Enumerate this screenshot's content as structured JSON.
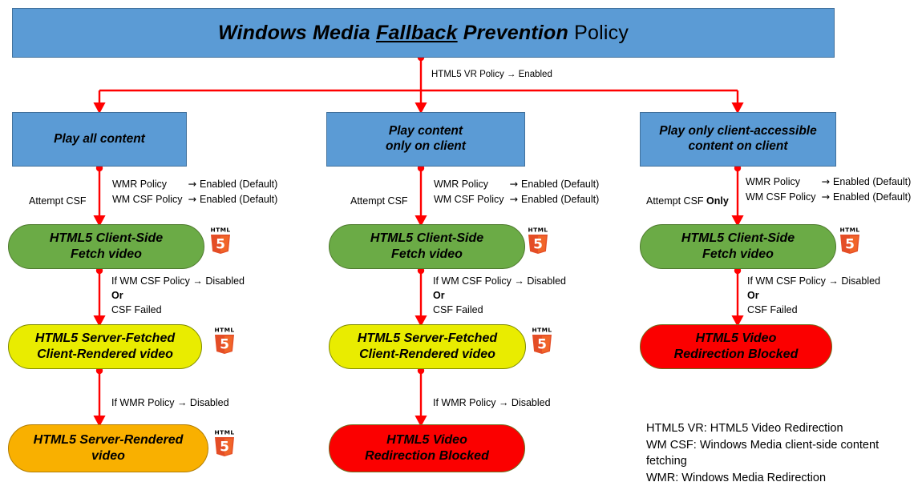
{
  "diagram": {
    "title": {
      "part_italic_1": "Windows Media ",
      "part_underline": "Fallback",
      "part_italic_2": " Prevention ",
      "part_plain": "Policy"
    },
    "root_edge_label": "HTML5 VR Policy → Enabled",
    "colors": {
      "blue": "#5B9BD5",
      "blue_border": "#41719C",
      "green": "#6BAB46",
      "green_border": "#4E7A2E",
      "yellow": "#E9EC00",
      "yellow_border": "#7E8A00",
      "orange": "#F9B000",
      "orange_border": "#B07C00",
      "red": "#FB0000",
      "red_border": "#6E6E1E",
      "arrow": "#FF0000",
      "text": "#000000",
      "html5_shield": "#E44D26",
      "html5_shield_light": "#F16529",
      "html5_glyph": "#FFFFFF"
    },
    "columns": [
      {
        "id": "col-play-all-content",
        "option": "Play all content",
        "edge_left_label": "Attempt CSF",
        "edge_right_label_rows": [
          {
            "name": "WMR Policy",
            "arrow": "→",
            "value": "Enabled (Default)"
          },
          {
            "name": "WM CSF Policy",
            "arrow": "→",
            "value": "Enabled (Default)"
          }
        ],
        "green_node": "HTML5 Client-Side\nFetch video",
        "green_node_line1": "HTML5 Client-Side",
        "green_node_line2": "Fetch video",
        "green_has_html5_icon": true,
        "edge2_lines": [
          "If WM CSF Policy → Disabled",
          "Or",
          "CSF Failed"
        ],
        "edge2_bold_index": 1,
        "second_node_line1": "HTML5 Server-Fetched",
        "second_node_line2": "Client-Rendered video",
        "second_node_color": "yellow",
        "second_has_html5_icon": true,
        "edge3_label": "If WMR Policy → Disabled",
        "third_node_line1": "HTML5 Server-Rendered",
        "third_node_line2": "video",
        "third_node_color": "orange",
        "third_has_html5_icon": true
      },
      {
        "id": "col-play-content-only-on-client",
        "option_line1": "Play content",
        "option_line2": "only on client",
        "edge_left_label": "Attempt CSF",
        "edge_right_label_rows": [
          {
            "name": "WMR Policy",
            "arrow": "→",
            "value": "Enabled (Default)"
          },
          {
            "name": "WM CSF Policy",
            "arrow": "→",
            "value": "Enabled (Default)"
          }
        ],
        "green_node_line1": "HTML5 Client-Side",
        "green_node_line2": "Fetch video",
        "green_has_html5_icon": true,
        "edge2_lines": [
          "If WM CSF Policy → Disabled",
          "Or",
          "CSF Failed"
        ],
        "second_node_line1": "HTML5 Server-Fetched",
        "second_node_line2": "Client-Rendered video",
        "second_node_color": "yellow",
        "second_has_html5_icon": true,
        "edge3_label": "If WMR Policy → Disabled",
        "third_node_line1": "HTML5 Video",
        "third_node_line2": "Redirection Blocked",
        "third_node_color": "red",
        "third_has_html5_icon": false
      },
      {
        "id": "col-play-only-client-accessible",
        "option_line1": "Play only client-accessible",
        "option_line2": "content on client",
        "edge_left_label_plain": "Attempt CSF ",
        "edge_left_label_bold": "Only",
        "edge_right_label_rows": [
          {
            "name": "WMR Policy",
            "arrow": "→",
            "value": "Enabled (Default)"
          },
          {
            "name": "WM CSF Policy",
            "arrow": "→",
            "value": "Enabled (Default)"
          }
        ],
        "green_node_line1": "HTML5 Client-Side",
        "green_node_line2": "Fetch video",
        "green_has_html5_icon": true,
        "edge2_lines": [
          "If WM CSF Policy → Disabled",
          "Or",
          "CSF Failed"
        ],
        "second_node_line1": "HTML5 Video",
        "second_node_line2": "Redirection Blocked",
        "second_node_color": "red",
        "second_has_html5_icon": false
      }
    ],
    "labels": {
      "attempt_csf": "Attempt CSF",
      "or": "Or",
      "csf_failed": "CSF Failed",
      "if_wm_csf_disabled": "If WM CSF Policy → Disabled",
      "if_wmr_disabled": "If WMR Policy → Disabled"
    },
    "legend": {
      "line1": "HTML5 VR: HTML5 Video Redirection",
      "line2": "WM CSF: Windows Media client-side content",
      "line3": "fetching",
      "line4": "WMR: Windows Media Redirection"
    },
    "html5_icon": {
      "wordmark": "HTML",
      "digit": "5"
    }
  }
}
